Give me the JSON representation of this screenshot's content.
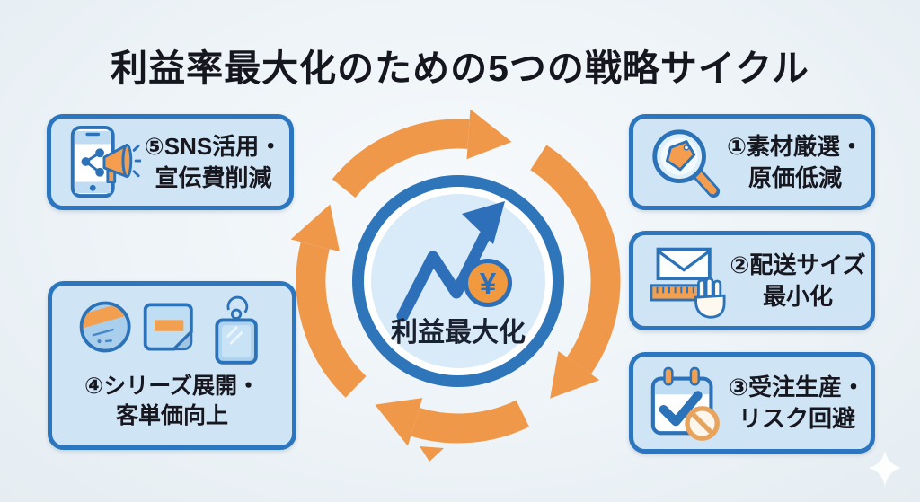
{
  "title": "利益率最大化のための5つの戦略サイクル",
  "center": {
    "label": "利益最大化",
    "currency_symbol": "¥"
  },
  "boxes": [
    {
      "id": "strategy-1",
      "line1": "①素材厳選・",
      "line2": "原価低減",
      "icon": "magnifier-tag-icon"
    },
    {
      "id": "strategy-2",
      "line1": "②配送サイズ",
      "line2": "最小化",
      "icon": "envelope-ruler-icon"
    },
    {
      "id": "strategy-3",
      "line1": "③受注生産・",
      "line2": "リスク回避",
      "icon": "calendar-check-ban-icon"
    },
    {
      "id": "strategy-4",
      "line1": "④シリーズ展開・",
      "line2": "客単価向上",
      "icon": "merch-series-icon"
    },
    {
      "id": "strategy-5",
      "line1": "⑤SNS活用・",
      "line2": "宣伝費削減",
      "icon": "phone-megaphone-icon"
    }
  ],
  "colors": {
    "accent_orange": "#F0984A",
    "primary_blue": "#2B72B8",
    "ring_blue": "#2E75BA",
    "box_fill": "#CFE4F4",
    "box_border": "#2B76BF",
    "center_fill": "#D9EBF8",
    "text_dark": "#16161E",
    "background": "#EDF3F7"
  }
}
